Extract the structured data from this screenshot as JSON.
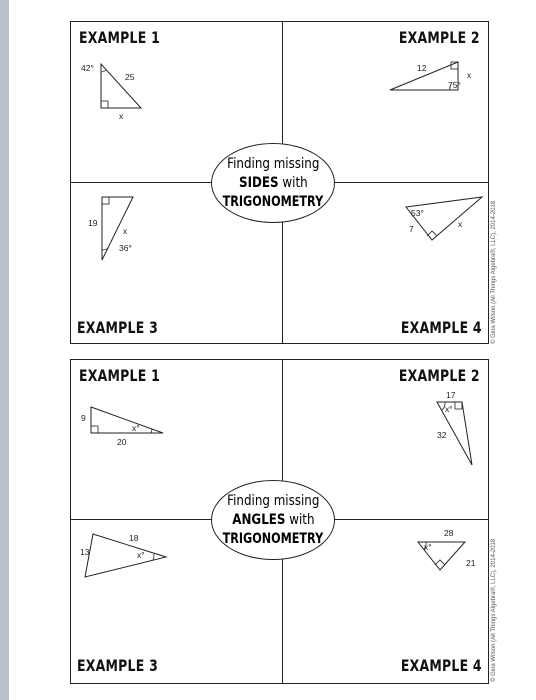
{
  "panels": [
    {
      "title_l1": "Finding missing",
      "title_bold": "SIDES",
      "title_with": " with",
      "title_l3": "TRIGONOMETRY",
      "examples": [
        "EXAMPLE 1",
        "EXAMPLE 2",
        "EXAMPLE 3",
        "EXAMPLE 4"
      ],
      "fig1": {
        "angle": "42°",
        "side": "25",
        "unknown": "x"
      },
      "fig2": {
        "side": "12",
        "angle": "75°",
        "unknown": "x"
      },
      "fig3": {
        "side": "19",
        "unknown": "x",
        "angle": "36°"
      },
      "fig4": {
        "angle": "53°",
        "side": "7",
        "unknown": "x"
      }
    },
    {
      "title_l1": "Finding missing",
      "title_bold": "ANGLES",
      "title_with": " with",
      "title_l3": "TRIGONOMETRY",
      "examples": [
        "EXAMPLE 1",
        "EXAMPLE 2",
        "EXAMPLE 3",
        "EXAMPLE 4"
      ],
      "fig1": {
        "side_a": "9",
        "side_b": "20",
        "unknown": "x°"
      },
      "fig2": {
        "side_a": "17",
        "unknown": "x°",
        "side_b": "32"
      },
      "fig3": {
        "side_a": "18",
        "side_b": "13",
        "unknown": "x°"
      },
      "fig4": {
        "side_a": "28",
        "unknown": "x°",
        "side_b": "21"
      }
    }
  ],
  "copyright": "© Gina Wilson (All Things Algebra®, LLC), 2014-2018"
}
